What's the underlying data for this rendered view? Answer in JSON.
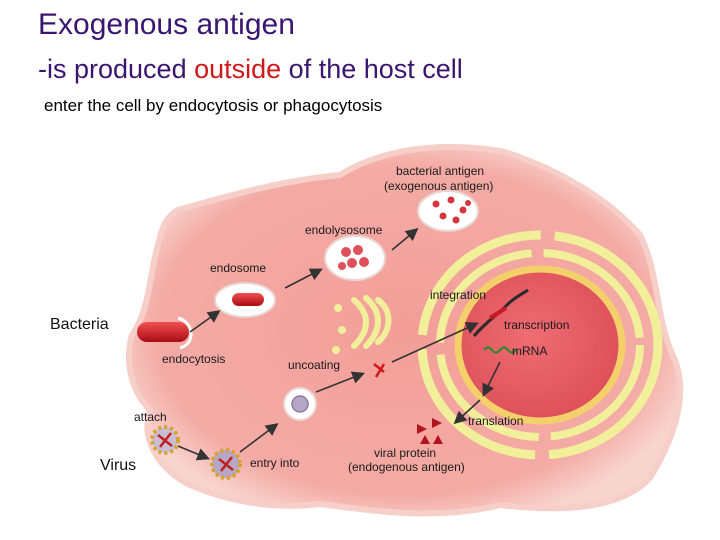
{
  "heading": {
    "title": "Exogenous antigen",
    "subtitle_pre": "-is produced ",
    "subtitle_highlight": "outside",
    "subtitle_post": " of the host cell",
    "note": "enter the cell by endocytosis or phagocytosis"
  },
  "labels": {
    "bacterial_antigen": "bacterial antigen",
    "exogenous_antigen": "(exogenous antigen)",
    "endolysosome": "endolysosome",
    "endosome": "endosome",
    "integration": "integration",
    "bacteria": "Bacteria",
    "transcription": "transcription",
    "mrna": "mRNA",
    "endocytosis": "endocytosis",
    "uncoating": "uncoating",
    "attach": "attach",
    "translation": "translation",
    "virus": "Virus",
    "entry_into": "entry into",
    "viral_protein": "viral protein",
    "endogenous_antigen": "(endogenous antigen)"
  },
  "colors": {
    "title": "#3a1670",
    "highlight": "#d01818",
    "cell_fill": "#f4a9a3",
    "cell_edge": "#f7cfc9",
    "nucleus": "#e6656c",
    "membrane": "#f2ef9a",
    "arrow": "#333333"
  }
}
